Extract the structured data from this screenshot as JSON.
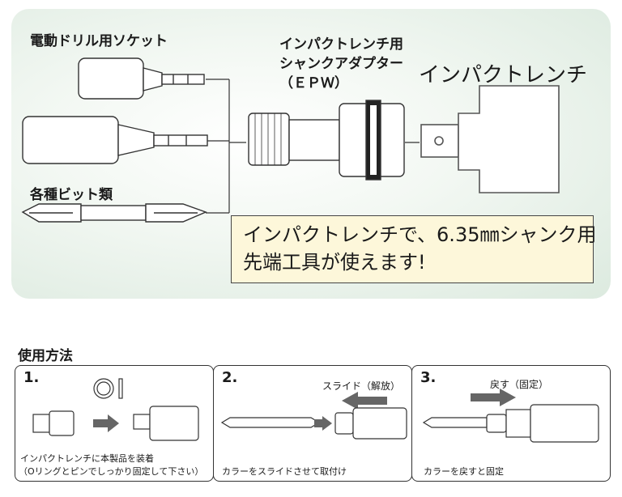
{
  "top": {
    "electric_drill_socket": "電動ドリル用ソケット",
    "adapter_line1": "インパクトレンチ用",
    "adapter_line2": "シャンクアダプター",
    "adapter_line3": "（ＥＰＷ）",
    "impact_wrench": "インパクトレンチ",
    "various_bits": "各種ビット類",
    "callout_line1": "インパクトレンチで、6.35㎜シャンク用",
    "callout_line2": "先端工具が使えます!"
  },
  "usage": {
    "title": "使用方法",
    "steps": [
      {
        "num": "1.",
        "caption1": "インパクトレンチに本製品を装着",
        "caption2": "（Oリングとピンでしっかり固定して下さい）"
      },
      {
        "num": "2.",
        "arrow_label": "スライド（解放）",
        "caption1": "カラーをスライドさせて取付け"
      },
      {
        "num": "3.",
        "arrow_label": "戻す（固定）",
        "caption1": "カラーを戻すと固定"
      }
    ]
  },
  "colors": {
    "panel": "#dceadf",
    "callout_bg": "#fdf7da",
    "arrow_gray": "#777777"
  }
}
